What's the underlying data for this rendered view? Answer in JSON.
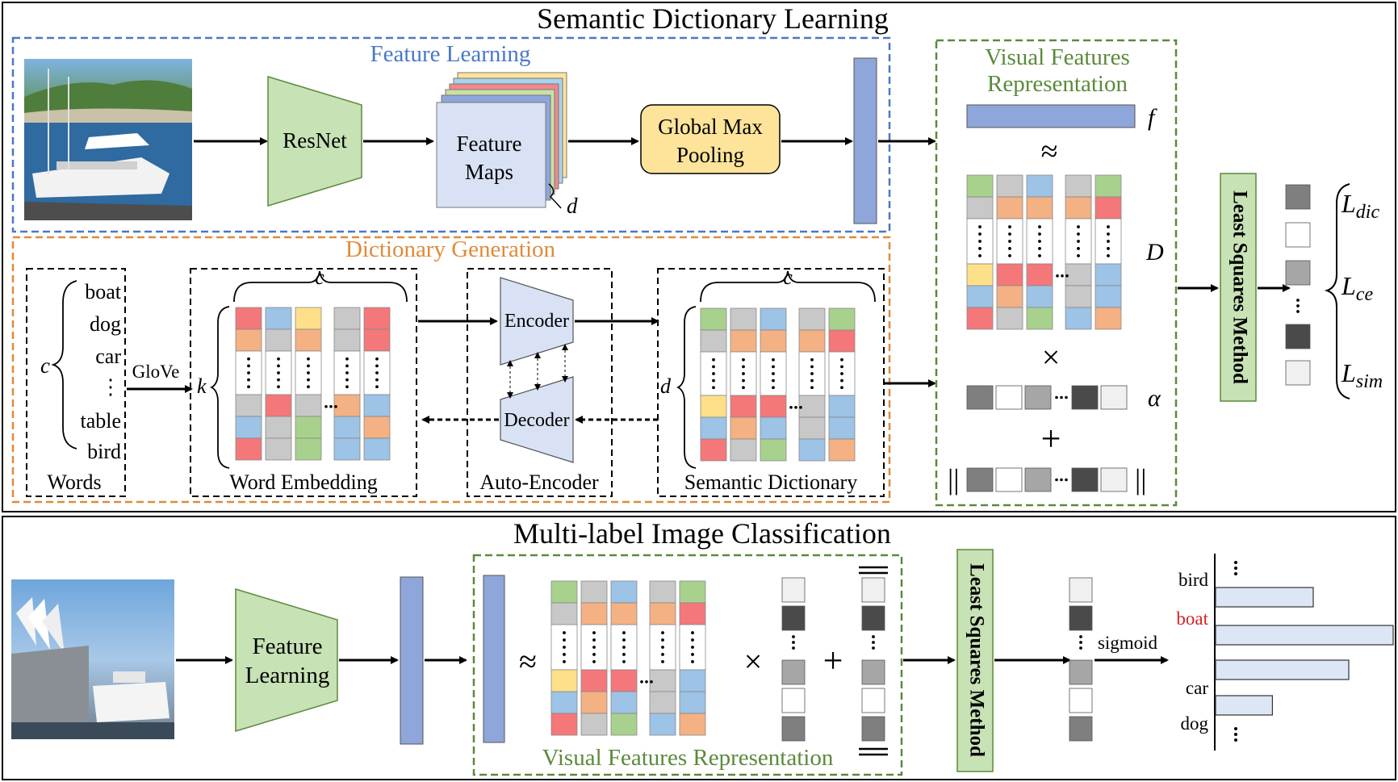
{
  "top": {
    "title": "Semantic Dictionary Learning",
    "feature_learning": {
      "title": "Feature Learning",
      "resnet": "ResNet",
      "feature_maps": [
        "Feature",
        "Maps"
      ],
      "d": "d",
      "pooling": [
        "Global Max",
        "Pooling"
      ]
    },
    "visual_features": {
      "title": [
        "Visual Features",
        "Representation"
      ],
      "f": "f",
      "approx": "≈",
      "D": "D",
      "times": "×",
      "alpha": "α",
      "plus": "+",
      "norm_bar": "||"
    },
    "dictionary_generation": {
      "title": "Dictionary Generation",
      "words": [
        "boat",
        "dog",
        "car",
        "⋮",
        "table",
        "bird"
      ],
      "c": "c",
      "words_caption": "Words",
      "glove": "GloVe",
      "k": "k",
      "embedding_caption": "Word Embedding",
      "encoder": "Encoder",
      "decoder": "Decoder",
      "autoencoder_caption": "Auto-Encoder",
      "semantic_caption": "Semantic Dictionary",
      "d": "d"
    },
    "least_squares": "Least Squares Method",
    "losses": [
      {
        "L": "L",
        "sub": "dic"
      },
      {
        "L": "L",
        "sub": "ce"
      },
      {
        "L": "L",
        "sub": "sim"
      }
    ]
  },
  "bottom": {
    "title": "Multi-label Image Classification",
    "feature_learning": [
      "Feature",
      "Learning"
    ],
    "approx": "≈",
    "times": "×",
    "plus": "+",
    "vfr_caption": "Visual Features Representation",
    "least_squares": "Least Squares Method",
    "sigmoid": "sigmoid",
    "chart": {
      "labels": [
        "bird",
        "boat",
        "car",
        "dog"
      ],
      "highlight": "boat",
      "values": [
        0.55,
        1.0,
        0.75,
        0.32
      ]
    }
  },
  "colors": {
    "blue_dash": "#4a78c8",
    "orange_dash": "#e08a3a",
    "green_dash": "#5b8a3a",
    "green_fill": "#c7e2b5",
    "vector_blue": "#8ea6d9",
    "pool_yellow": "#fde49a",
    "highlight_red": "#d62222"
  }
}
